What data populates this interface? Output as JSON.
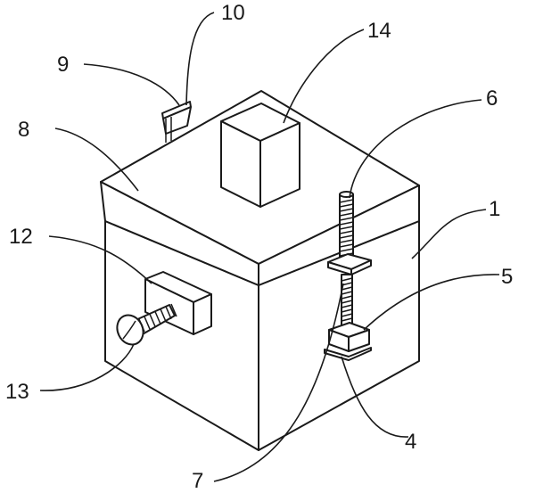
{
  "figure": {
    "labels": {
      "l1": "1",
      "l4": "4",
      "l5": "5",
      "l6": "6",
      "l7": "7",
      "l8": "8",
      "l9": "9",
      "l10": "10",
      "l12": "12",
      "l13": "13",
      "l14": "14"
    }
  },
  "colors": {
    "line": "#1a1a1a",
    "background": "#ffffff"
  }
}
